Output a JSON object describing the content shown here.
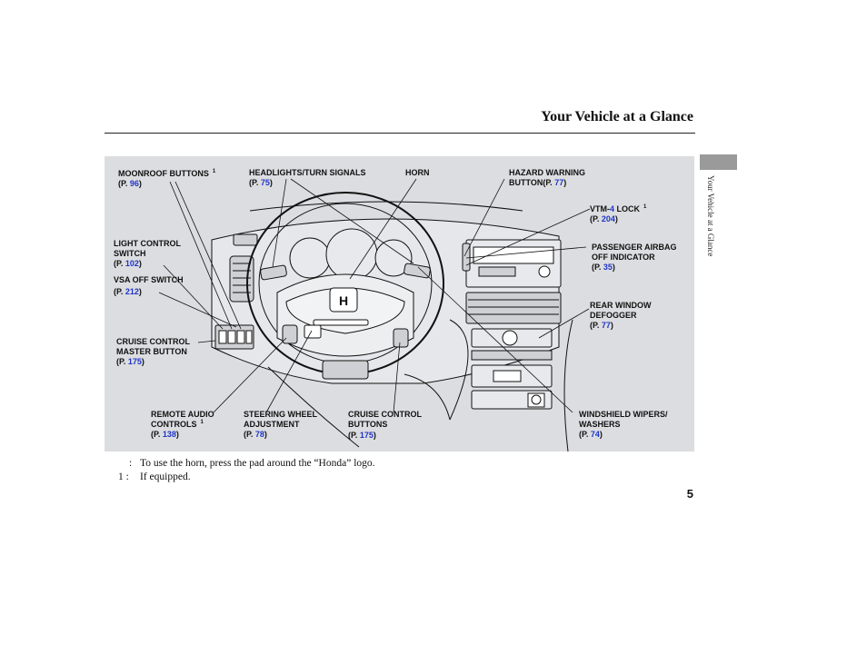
{
  "header": {
    "title": "Your Vehicle at a Glance",
    "side_tab": "Your Vehicle at a Glance"
  },
  "callouts": {
    "moonroof": {
      "label": "MOONROOF BUTTONS",
      "sup": "1",
      "ref_prefix": "(P. ",
      "page": "96",
      "ref_suffix": ")"
    },
    "headlights": {
      "label": "HEADLIGHTS/TURN SIGNALS",
      "ref_prefix": "(P. ",
      "page": "75",
      "ref_suffix": ")"
    },
    "horn": {
      "label": "HORN"
    },
    "hazard": {
      "line1": "HAZARD WARNING",
      "line2": "BUTTON",
      "ref_prefix": "(P. ",
      "page": "77",
      "ref_suffix": ")"
    },
    "vtm4": {
      "label_a": "VTM-",
      "label_num": "4",
      "label_b": " LOCK",
      "sup": "1",
      "ref_prefix": "(P. ",
      "page": "204",
      "ref_suffix": ")"
    },
    "light_control": {
      "line1": "LIGHT CONTROL",
      "line2": "SWITCH",
      "ref_prefix": "(P. ",
      "page": "102",
      "ref_suffix": ")"
    },
    "passenger_airbag": {
      "line1": "PASSENGER AIRBAG",
      "line2": "OFF INDICATOR",
      "ref_prefix": "(P. ",
      "page": "35",
      "ref_suffix": ")"
    },
    "vsa_off": {
      "label": "VSA OFF SWITCH",
      "ref_prefix": "(P. ",
      "page": "212",
      "ref_suffix": ")"
    },
    "rear_defogger": {
      "line1": "REAR WINDOW",
      "line2": "DEFOGGER",
      "ref_prefix": "(P. ",
      "page": "77",
      "ref_suffix": ")"
    },
    "cruise_master": {
      "line1": "CRUISE CONTROL",
      "line2": "MASTER BUTTON",
      "ref_prefix": "(P. ",
      "page": "175",
      "ref_suffix": ")"
    },
    "remote_audio": {
      "line1": "REMOTE AUDIO",
      "line2": "CONTROLS",
      "sup": "1",
      "ref_prefix": "(P. ",
      "page": "138",
      "ref_suffix": ")"
    },
    "steering_adjust": {
      "line1": "STEERING WHEEL",
      "line2": "ADJUSTMENT",
      "ref_prefix": "(P. ",
      "page": "78",
      "ref_suffix": ")"
    },
    "cruise_buttons": {
      "line1": "CRUISE CONTROL",
      "line2": "BUTTONS",
      "ref_prefix": "(P. ",
      "page": "175",
      "ref_suffix": ")"
    },
    "wipers": {
      "line1": "WINDSHIELD WIPERS/",
      "line2": "WASHERS",
      "ref_prefix": "(P. ",
      "page": "74",
      "ref_suffix": ")"
    }
  },
  "footnotes": [
    {
      "marker": ":",
      "text": "To use the horn, press the pad around the “Honda” logo."
    },
    {
      "marker": "1 :",
      "text": "If equipped."
    }
  ],
  "page_number": "5",
  "colors": {
    "panel": "#dcdde0",
    "page_ref": "#1f35c8",
    "side_tab": "#9a9a9a"
  }
}
